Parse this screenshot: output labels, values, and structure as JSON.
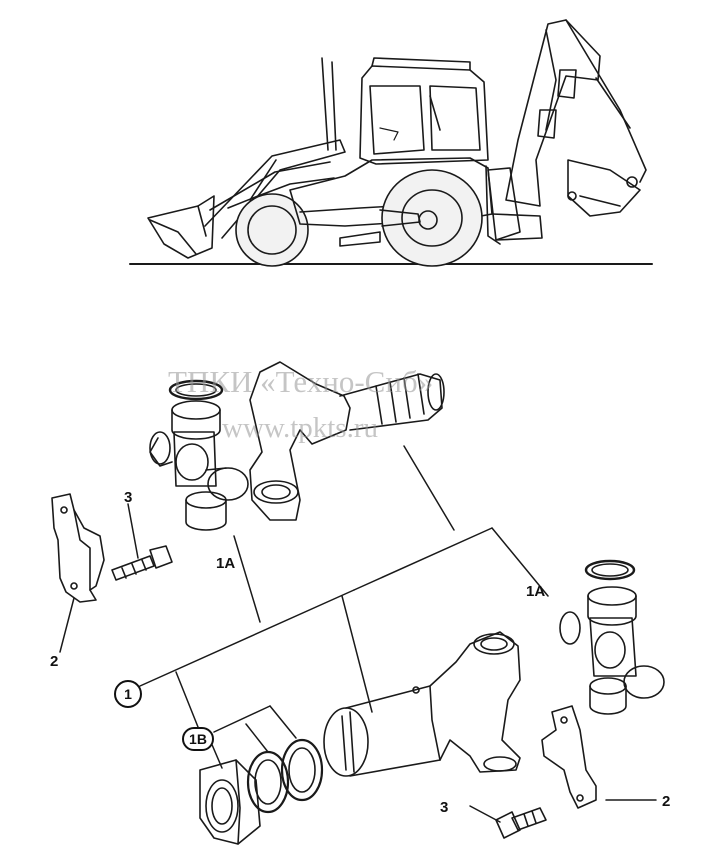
{
  "watermark": {
    "line1": "ТПКИ «Техно-Сиб»",
    "line2": "www.tpkts.ru"
  },
  "callouts": {
    "assembly": "1",
    "yoke_joint_left": "1A",
    "yoke_joint_right": "1A",
    "nut_and_seals": "1B",
    "strap_left": "2",
    "strap_right": "2",
    "bolt_left": "3",
    "bolt_right": "3"
  },
  "colors": {
    "ink": "#1a1a1a",
    "paper": "#ffffff",
    "watermark": "#969696"
  }
}
